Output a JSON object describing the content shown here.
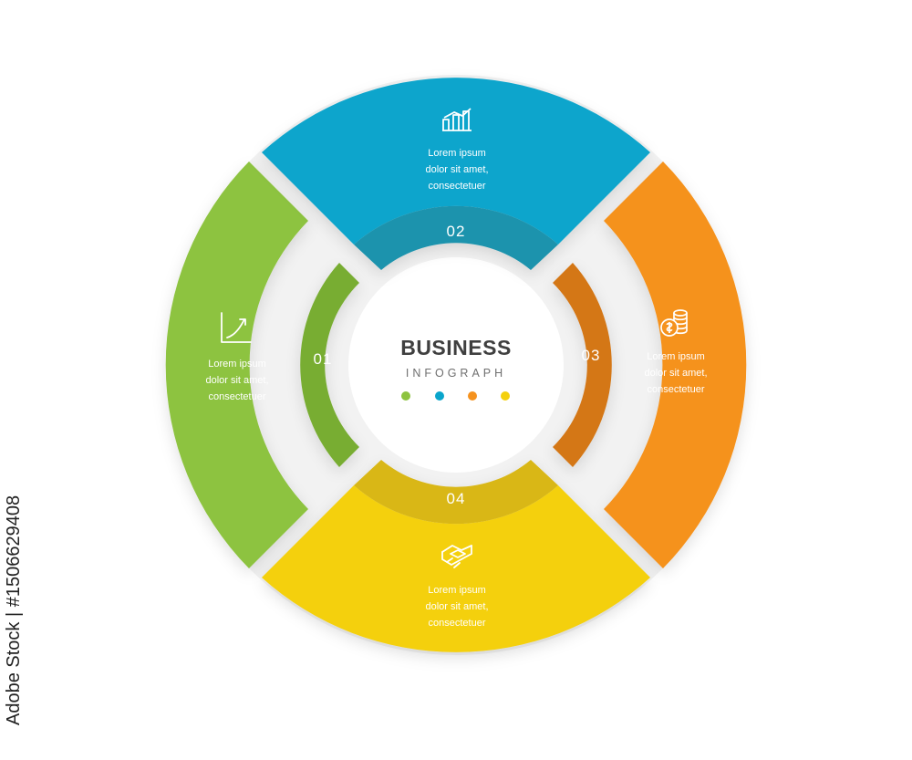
{
  "center": {
    "title": "BUSINESS",
    "subtitle": "INFOGRAPH"
  },
  "colors": {
    "green": "#8dc33f",
    "blue": "#0aa5cc",
    "orange": "#f5921e",
    "yellow": "#f4d00c"
  },
  "segments": [
    {
      "number": "01",
      "color": "#8dc33f",
      "icon": "growth-chart-icon",
      "text": [
        "Lorem ipsum",
        "dolor sit amet,",
        "consectetuer"
      ]
    },
    {
      "number": "02",
      "color": "#0aa5cc",
      "icon": "bar-chart-icon",
      "text": [
        "Lorem ipsum",
        "dolor sit amet,",
        "consectetuer"
      ]
    },
    {
      "number": "03",
      "color": "#f5921e",
      "icon": "coins-icon",
      "text": [
        "Lorem ipsum",
        "dolor sit amet,",
        "consectetuer"
      ]
    },
    {
      "number": "04",
      "color": "#f4d00c",
      "icon": "handshake-icon",
      "text": [
        "Lorem ipsum",
        "dolor sit amet,",
        "consectetuer"
      ]
    }
  ],
  "side_credit": "Adobe Stock | #1506629408"
}
